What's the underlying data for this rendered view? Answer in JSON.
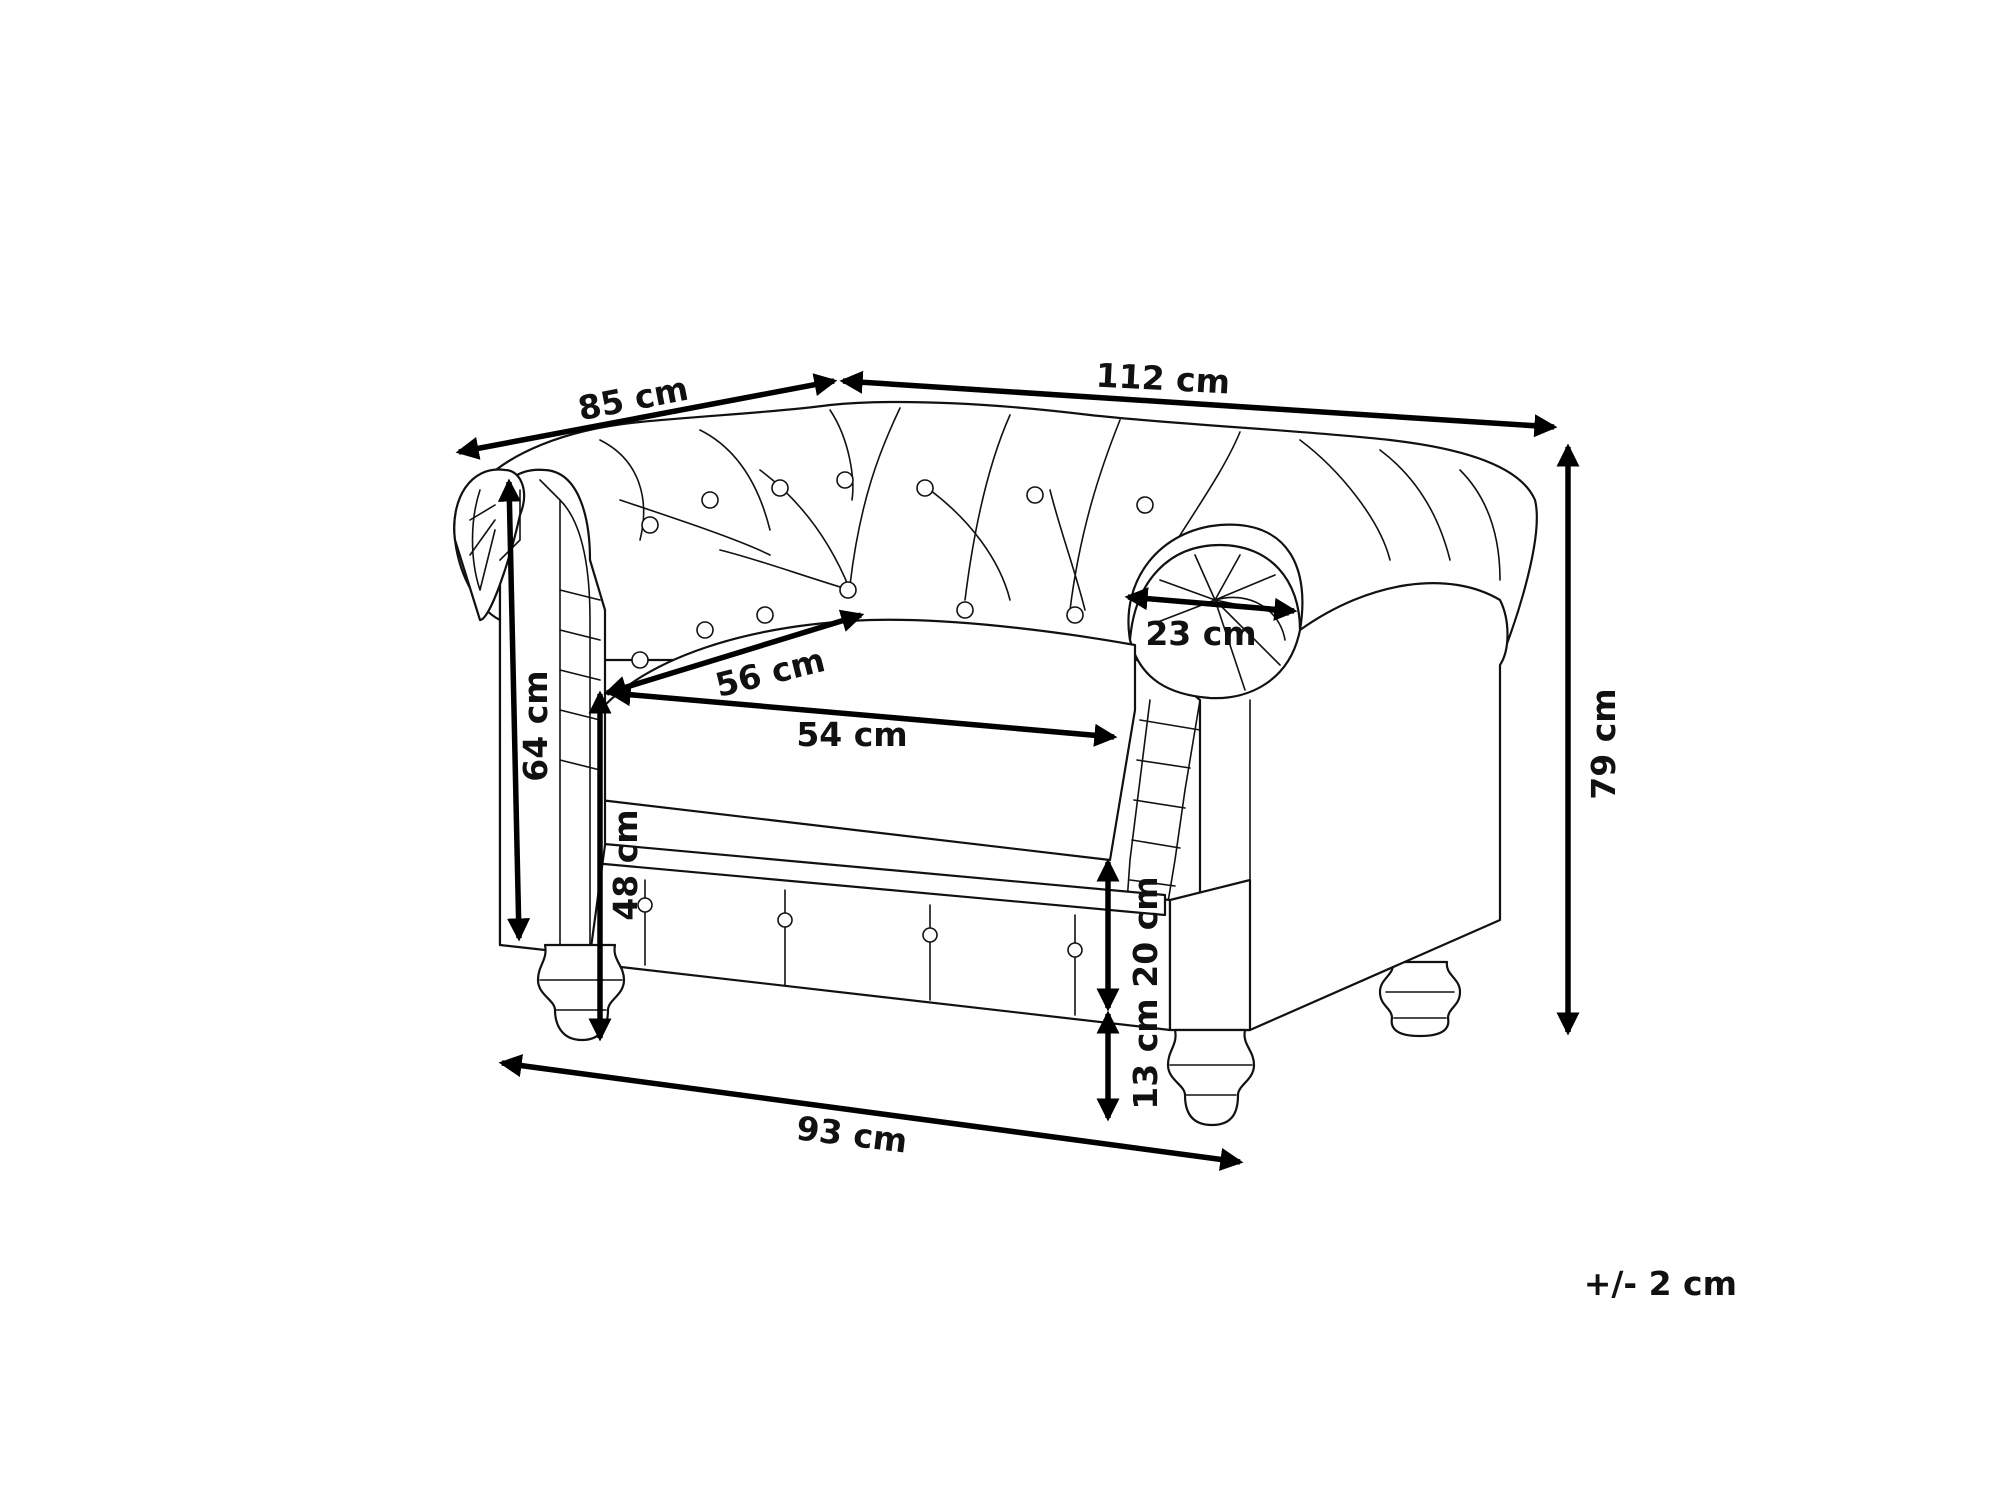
{
  "dimensions": {
    "depth": "85 cm",
    "width_back": "112 cm",
    "seat_depth": "56 cm",
    "seat_width": "54 cm",
    "armrest_width": "23 cm",
    "arm_height": "64 cm",
    "seat_height": "48 cm",
    "seat_front_height": "20 cm",
    "leg_height": "13 cm",
    "total_height": "79 cm",
    "width_front": "93 cm"
  },
  "tolerance": "+/- 2 cm",
  "colors": {
    "line": "#111111",
    "arrow": "#000000",
    "background": "#ffffff"
  }
}
